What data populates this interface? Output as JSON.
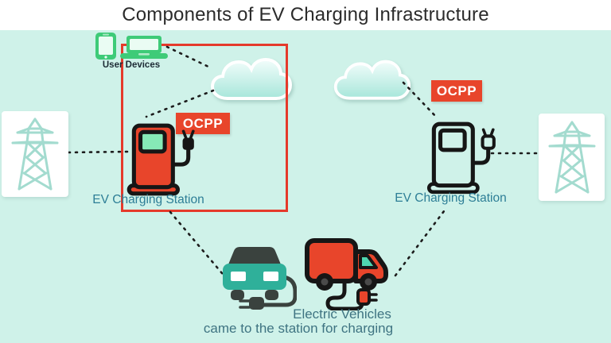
{
  "title": "Components of EV Charging Infrastructure",
  "labels": {
    "user_devices": "User Devices",
    "ocpp_left": "OCPP",
    "ocpp_right": "OCPP",
    "station_left": "EV Charging Station",
    "station_right": "EV Charging Station",
    "vehicles_line1": "Electric Vehicles",
    "vehicles_line2": "came to the station for charging"
  },
  "icons": {
    "smartphone": "smartphone-icon",
    "laptop": "laptop-icon",
    "cloud_left": "cloud-icon",
    "cloud_right": "cloud-icon",
    "charging_station_left": "ev-charging-station-icon",
    "charging_station_right": "ev-charging-station-icon",
    "transmission_tower_left": "transmission-tower-icon",
    "transmission_tower_right": "transmission-tower-icon",
    "electric_car": "electric-car-icon",
    "electric_truck": "electric-truck-icon"
  },
  "colors": {
    "bg_main": "#cff2e9",
    "header_bg": "#ffffff",
    "title_color": "#2b2b2b",
    "ink": "#161616",
    "accent_red": "#e8452b",
    "highlight_red": "#e53a2b",
    "device_green": "#3ecb78",
    "device_screen": "#eafcf3",
    "screen_mint": "#86e9b6",
    "tower_teal": "#a3dbcf",
    "card_white": "#ffffff",
    "label_teal": "#2d7e96",
    "caption_teal": "#3f7482",
    "car_teal": "#2fb09a",
    "car_dark": "#3a423e",
    "truck_window": "#4fd6b0",
    "cloud_top": "#f2fdfb",
    "cloud_bottom": "#a7e6da",
    "devices_text": "#1c2a34"
  }
}
